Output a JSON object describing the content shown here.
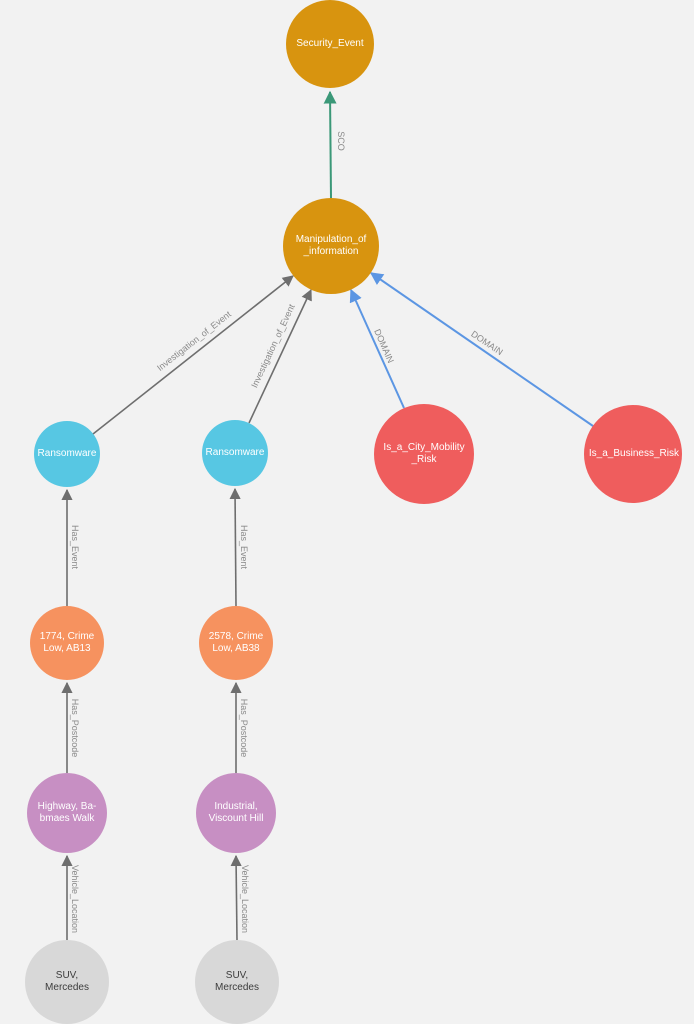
{
  "colors": {
    "background": "#f2f2f2",
    "node_gold": "#d8940f",
    "node_cyan": "#57c7e3",
    "node_red": "#ef5d5d",
    "node_salmon": "#f6925f",
    "node_purple": "#c78fc3",
    "node_gray": "#d8d8d8",
    "edge_gray": "#6e6e6e",
    "edge_green": "#3b9878",
    "edge_blue": "#5c96e3",
    "edge_label_text": "#8a8a8a"
  },
  "graph": {
    "nodes": [
      {
        "id": "security-event",
        "lines": [
          "Security_Event"
        ],
        "color": "#d8940f"
      },
      {
        "id": "manipulation-of-information",
        "lines": [
          "Manipulation_of",
          "_information"
        ],
        "color": "#d8940f"
      },
      {
        "id": "ransomware-1",
        "lines": [
          "Ransomware"
        ],
        "color": "#57c7e3"
      },
      {
        "id": "ransomware-2",
        "lines": [
          "Ransomware"
        ],
        "color": "#57c7e3"
      },
      {
        "id": "is-a-city-mobility-risk",
        "lines": [
          "Is_a_City_Mobility",
          "_Risk"
        ],
        "color": "#ef5d5d"
      },
      {
        "id": "is-a-business-risk",
        "lines": [
          "Is_a_Business_Risk"
        ],
        "color": "#ef5d5d"
      },
      {
        "id": "crime-1774",
        "lines": [
          "1774, Crime",
          "Low, AB13"
        ],
        "color": "#f6925f"
      },
      {
        "id": "crime-2578",
        "lines": [
          "2578, Crime",
          "Low, AB38"
        ],
        "color": "#f6925f"
      },
      {
        "id": "postcode-highway",
        "lines": [
          "Highway, Ba-",
          "bmaes Walk"
        ],
        "color": "#c78fc3"
      },
      {
        "id": "postcode-industrial",
        "lines": [
          "Industrial,",
          "Viscount Hill"
        ],
        "color": "#c78fc3"
      },
      {
        "id": "vehicle-suv-1",
        "lines": [
          "SUV,",
          "Mercedes"
        ],
        "color": "#d8d8d8"
      },
      {
        "id": "vehicle-suv-2",
        "lines": [
          "SUV,",
          "Mercedes"
        ],
        "color": "#d8d8d8"
      }
    ],
    "edges": [
      {
        "label": "SCO",
        "from": "manipulation-of-information",
        "to": "security-event",
        "color": "#3b9878"
      },
      {
        "label": "Investigation_of_Event",
        "from": "ransomware-1",
        "to": "manipulation-of-information",
        "color": "#6e6e6e"
      },
      {
        "label": "Investigation_of_Event",
        "from": "ransomware-2",
        "to": "manipulation-of-information",
        "color": "#6e6e6e"
      },
      {
        "label": "DOMAIN",
        "from": "is-a-city-mobility-risk",
        "to": "manipulation-of-information",
        "color": "#5c96e3"
      },
      {
        "label": "DOMAIN",
        "from": "is-a-business-risk",
        "to": "manipulation-of-information",
        "color": "#5c96e3"
      },
      {
        "label": "Has_Event",
        "from": "crime-1774",
        "to": "ransomware-1",
        "color": "#6e6e6e"
      },
      {
        "label": "Has_Event",
        "from": "crime-2578",
        "to": "ransomware-2",
        "color": "#6e6e6e"
      },
      {
        "label": "Has_Postcode",
        "from": "postcode-highway",
        "to": "crime-1774",
        "color": "#6e6e6e"
      },
      {
        "label": "Has_Postcode",
        "from": "postcode-industrial",
        "to": "crime-2578",
        "color": "#6e6e6e"
      },
      {
        "label": "Vehicle_Location",
        "from": "vehicle-suv-1",
        "to": "postcode-highway",
        "color": "#6e6e6e"
      },
      {
        "label": "Vehicle_Location",
        "from": "vehicle-suv-2",
        "to": "postcode-industrial",
        "color": "#6e6e6e"
      }
    ]
  }
}
